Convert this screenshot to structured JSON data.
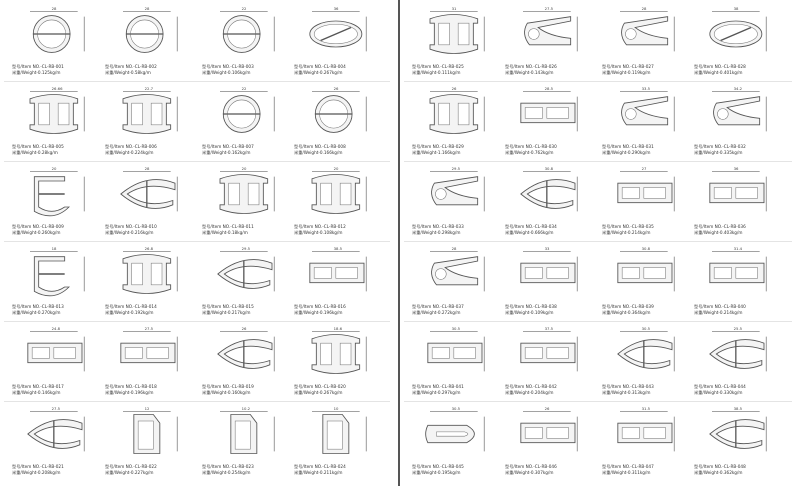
{
  "catalog": {
    "item_label": "型号/Item NO.-",
    "weight_label": "米重/Weight-",
    "left_panel": {
      "items": [
        {
          "no": "CL-RB-001",
          "weight": "0.125kg/m",
          "shape": "circle",
          "dim": "28"
        },
        {
          "no": "CL-RB-002",
          "weight": "0.58kg/m",
          "shape": "circle",
          "dim": "28"
        },
        {
          "no": "CL-RB-003",
          "weight": "0.106kg/m",
          "shape": "circle",
          "dim": "22"
        },
        {
          "no": "CL-RB-004",
          "weight": "0.267kg/m",
          "shape": "oval",
          "dim": "36"
        },
        {
          "no": "CL-RB-005",
          "weight": "0.28kg/m",
          "shape": "hbeam",
          "dim": "26.66"
        },
        {
          "no": "CL-RB-006",
          "weight": "0.224kg/m",
          "shape": "hbeam",
          "dim": "22.7"
        },
        {
          "no": "CL-RB-007",
          "weight": "0.162kg/m",
          "shape": "circle",
          "dim": "22"
        },
        {
          "no": "CL-RB-008",
          "weight": "0.166kg/m",
          "shape": "circle",
          "dim": "26"
        },
        {
          "no": "CL-RB-009",
          "weight": "0.260kg/m",
          "shape": "dshape",
          "dim": "20"
        },
        {
          "no": "CL-RB-010",
          "weight": "0.216kg/m",
          "shape": "leaf",
          "dim": "28"
        },
        {
          "no": "CL-RB-011",
          "weight": "0.18kg/m",
          "shape": "hbeam",
          "dim": "20"
        },
        {
          "no": "CL-RB-012",
          "weight": "0.108kg/m",
          "shape": "hbeam",
          "dim": "20"
        },
        {
          "no": "CL-RB-013",
          "weight": "0.270kg/m",
          "shape": "dshape",
          "dim": "18"
        },
        {
          "no": "CL-RB-014",
          "weight": "0.192kg/m",
          "shape": "hbeam",
          "dim": "26.8"
        },
        {
          "no": "CL-RB-015",
          "weight": "0.217kg/m",
          "shape": "leaf",
          "dim": "29.5"
        },
        {
          "no": "CL-RB-016",
          "weight": "0.196kg/m",
          "shape": "flat",
          "dim": "38.5"
        },
        {
          "no": "CL-RB-017",
          "weight": "0.146kg/m",
          "shape": "flat",
          "dim": "24.8"
        },
        {
          "no": "CL-RB-018",
          "weight": "0.196kg/m",
          "shape": "flat",
          "dim": "27.5"
        },
        {
          "no": "CL-RB-019",
          "weight": "0.160kg/m",
          "shape": "leaf",
          "dim": "26"
        },
        {
          "no": "CL-RB-020",
          "weight": "0.267kg/m",
          "shape": "hbeam",
          "dim": "18.6"
        },
        {
          "no": "CL-RB-021",
          "weight": "0.208kg/m",
          "shape": "leaf",
          "dim": "27.5"
        },
        {
          "no": "CL-RB-022",
          "weight": "0.227kg/m",
          "shape": "rect",
          "dim": "12"
        },
        {
          "no": "CL-RB-023",
          "weight": "0.254kg/m",
          "shape": "rect",
          "dim": "10.2"
        },
        {
          "no": "CL-RB-024",
          "weight": "0.211kg/m",
          "shape": "rect",
          "dim": "10"
        }
      ]
    },
    "right_panel": {
      "items": [
        {
          "no": "CL-RB-025",
          "weight": "0.111kg/m",
          "shape": "hbeam",
          "dim": "31"
        },
        {
          "no": "CL-RB-026",
          "weight": "0.143kg/m",
          "shape": "tear",
          "dim": "27.5"
        },
        {
          "no": "CL-RB-027",
          "weight": "0.119kg/m",
          "shape": "tear",
          "dim": "28"
        },
        {
          "no": "CL-RB-028",
          "weight": "0.401kg/m",
          "shape": "oval",
          "dim": "38"
        },
        {
          "no": "CL-RB-029",
          "weight": "1.166kg/m",
          "shape": "hbeam",
          "dim": "26"
        },
        {
          "no": "CL-RB-030",
          "weight": "0.762kg/m",
          "shape": "flat",
          "dim": "28.5"
        },
        {
          "no": "CL-RB-031",
          "weight": "0.290kg/m",
          "shape": "tear",
          "dim": "33.5"
        },
        {
          "no": "CL-RB-032",
          "weight": "0.335kg/m",
          "shape": "tear",
          "dim": "34.2"
        },
        {
          "no": "CL-RB-033",
          "weight": "0.298kg/m",
          "shape": "tear",
          "dim": "29.5"
        },
        {
          "no": "CL-RB-034",
          "weight": "0.666kg/m",
          "shape": "leaf",
          "dim": "30.8"
        },
        {
          "no": "CL-RB-035",
          "weight": "0.214kg/m",
          "shape": "flat",
          "dim": "27"
        },
        {
          "no": "CL-RB-036",
          "weight": "0.403kg/m",
          "shape": "flat",
          "dim": "36"
        },
        {
          "no": "CL-RB-037",
          "weight": "0.272kg/m",
          "shape": "tear",
          "dim": "28"
        },
        {
          "no": "CL-RB-038",
          "weight": "0.109kg/m",
          "shape": "flat",
          "dim": "33"
        },
        {
          "no": "CL-RB-039",
          "weight": "0.364kg/m",
          "shape": "flat",
          "dim": "30.8"
        },
        {
          "no": "CL-RB-040",
          "weight": "0.214kg/m",
          "shape": "flat",
          "dim": "31.4"
        },
        {
          "no": "CL-RB-041",
          "weight": "0.297kg/m",
          "shape": "flat",
          "dim": "30.5"
        },
        {
          "no": "CL-RB-042",
          "weight": "0.204kg/m",
          "shape": "flat",
          "dim": "37.5"
        },
        {
          "no": "CL-RB-043",
          "weight": "0.313kg/m",
          "shape": "leaf",
          "dim": "30.5"
        },
        {
          "no": "CL-RB-044",
          "weight": "0.330kg/m",
          "shape": "leaf",
          "dim": "25.5"
        },
        {
          "no": "CL-RB-045",
          "weight": "0.195kg/m",
          "shape": "bullet",
          "dim": "30.5"
        },
        {
          "no": "CL-RB-046",
          "weight": "0.307kg/m",
          "shape": "flat",
          "dim": "26"
        },
        {
          "no": "CL-RB-047",
          "weight": "0.311kg/m",
          "shape": "flat",
          "dim": "31.5"
        },
        {
          "no": "CL-RB-048",
          "weight": "0.362kg/m",
          "shape": "leaf",
          "dim": "38.5"
        }
      ]
    }
  }
}
